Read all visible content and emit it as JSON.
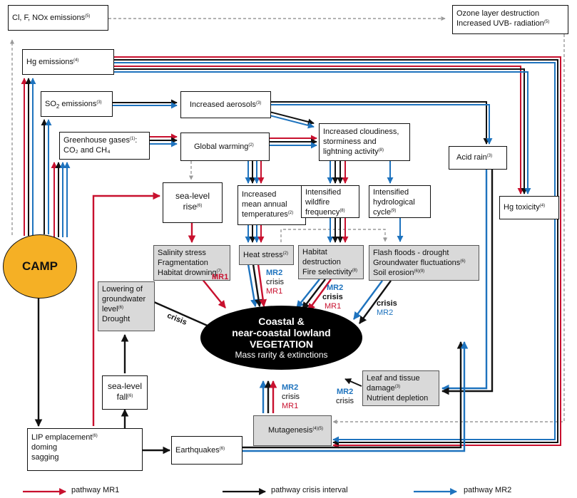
{
  "boxes": {
    "cl_emissions": {
      "text": "Cl, F, NOx emissions",
      "sup": "(5)"
    },
    "ozone_line1": "Ozone layer destruction",
    "ozone_line2": "Increased UVB- radiation",
    "ozone_sup": "(5)",
    "hg_emissions": {
      "text": "Hg emissions",
      "sup": "(4)"
    },
    "so2_prefix": "SO",
    "so2_sub": "2",
    "so2_suffix": " emissions",
    "so2_sup": "(3)",
    "aerosols": {
      "text": "Increased aerosols",
      "sup": "(3)"
    },
    "ghg_line1": "Greenhouse gases",
    "ghg_sup": "(1)",
    "ghg_colon": ":",
    "ghg_line2": "CO₂ and CH₄",
    "warming": {
      "text": "Global warming",
      "sup": "(2)"
    },
    "cloud_line1": "Increased cloudiness,",
    "cloud_line2": "storminess and",
    "cloud_line3": "lightning activity",
    "cloud_sup": "(8)",
    "acid_rain": {
      "text": "Acid rain",
      "sup": "(3)"
    },
    "sealevel_rise_line1": "sea-level",
    "sealevel_rise_line2": "rise",
    "sealevel_rise_sup": "(6)",
    "temp_line1": "Increased",
    "temp_line2": "mean annual",
    "temp_line3": "temperatures",
    "temp_sup": "(2)",
    "wildfire_line1": "Intensified",
    "wildfire_line2": "wildfire",
    "wildfire_line3": "frequency",
    "wildfire_sup": "(8)",
    "hydro_line1": "Intensified",
    "hydro_line2": "hydrological",
    "hydro_line3": "cycle",
    "hydro_sup": "(9)",
    "hg_toxicity": {
      "text": "Hg toxicity",
      "sup": "(4)"
    },
    "salinity_line1": "Salinity stress",
    "salinity_line2": "Fragmentation",
    "salinity_line3": "Habitat drowning",
    "salinity_sup": "(7)",
    "heat_stress": {
      "text": "Heat stress",
      "sup": "(2)"
    },
    "habitat_line1": "Habitat",
    "habitat_line2": "destruction",
    "habitat_line3": "Fire selectivity",
    "habitat_sup": "(8)",
    "flash_line1": "Flash floods - drought",
    "flash_line2": "Groundwater fluctuations",
    "flash_sup2": "(6)",
    "flash_line3": "Soil erosion",
    "flash_sup3": "(6)(9)",
    "lowering_line1": "Lowering of",
    "lowering_line2": "groundwater",
    "lowering_line3": "level",
    "lowering_sup": "(6)",
    "lowering_line4": "Drought",
    "camp": "CAMP",
    "veg_line1": "Coastal &",
    "veg_line2": "near-coastal lowland",
    "veg_line3": "VEGETATION",
    "veg_line4": "Mass rarity & extinctions",
    "leaf_line1": "Leaf  and tissue",
    "leaf_line2": "damage",
    "leaf_sup": "(3)",
    "leaf_line3": "Nutrient depletion",
    "sealevel_fall_line1": "sea-level",
    "sealevel_fall_line2": "fall",
    "sealevel_fall_sup": "(6)",
    "mutagenesis": {
      "text": "Mutagenesis",
      "sup": "(4)(5)"
    },
    "lip_line1": "LIP emplacement",
    "lip_sup": "(6)",
    "lip_line2": "doming",
    "lip_line3": "sagging",
    "earthquakes": {
      "text": "Earthquakes",
      "sup": "(6)"
    }
  },
  "labels": {
    "mr1": "MR1",
    "mr2": "MR2",
    "crisis": "crisis"
  },
  "legend": {
    "mr1": "pathway MR1",
    "crisis": "pathway crisis interval",
    "mr2": "pathway MR2"
  },
  "colors": {
    "mr1": "#c8102e",
    "crisis": "#111111",
    "mr2": "#1e73be",
    "dashed": "#999999",
    "camp": "#f5b025",
    "grey_box": "#d9d9d9"
  }
}
